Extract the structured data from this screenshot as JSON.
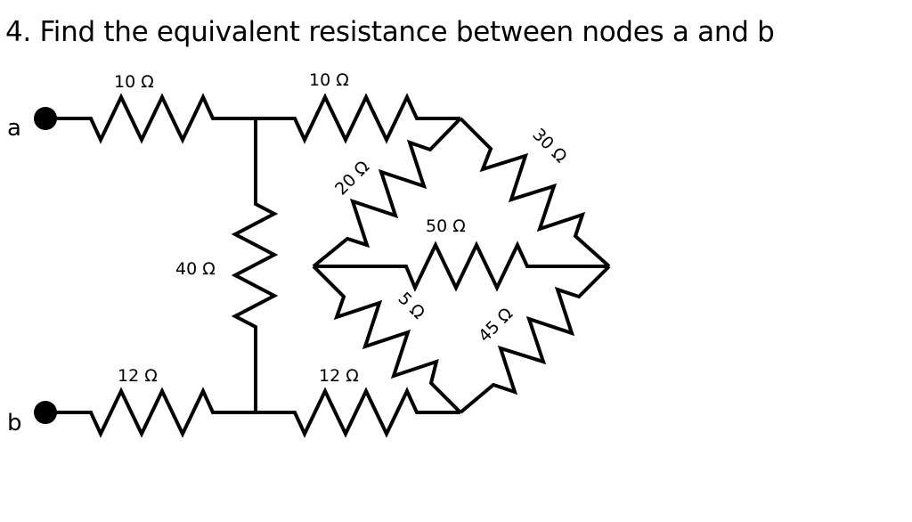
{
  "problem": {
    "title": "4. Find the equivalent resistance between nodes a and b"
  },
  "nodes": {
    "a": "a",
    "b": "b"
  },
  "resistors": {
    "r_top_left": "10 Ω",
    "r_top_right": "10 Ω",
    "r_vertical": "40 Ω",
    "r_bottom_left": "12 Ω",
    "r_bottom_right": "12 Ω",
    "r_20": "20 Ω",
    "r_30": "30 Ω",
    "r_50": "50 Ω",
    "r_5": "5 Ω",
    "r_45": "45 Ω"
  }
}
